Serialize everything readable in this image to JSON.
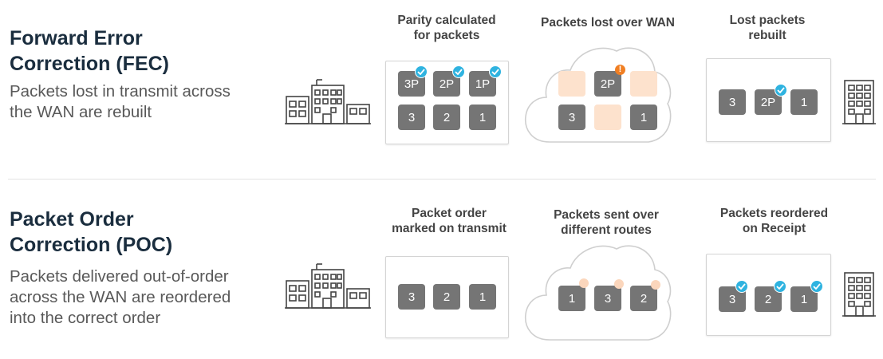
{
  "fec": {
    "title": "Forward Error\nCorrection (FEC)",
    "description": "Packets lost in transmit across\nthe WAN are rebuilt",
    "stage1": {
      "caption": "Parity calculated\nfor packets",
      "parity_packets": [
        "3P",
        "2P",
        "1P"
      ],
      "packets": [
        "3",
        "2",
        "1"
      ]
    },
    "stage2": {
      "caption": "Packets lost over WAN",
      "parity_packet": "2P",
      "packets": [
        "3",
        "1"
      ]
    },
    "stage3": {
      "caption": "Lost packets\nrebuilt",
      "packets": [
        "3",
        "2P",
        "1"
      ]
    }
  },
  "poc": {
    "title": "Packet Order\nCorrection (POC)",
    "description": "Packets delivered out-of-order\nacross the WAN are reordered\ninto the correct order",
    "stage1": {
      "caption": "Packet order\nmarked on transmit",
      "packets": [
        "3",
        "2",
        "1"
      ]
    },
    "stage2": {
      "caption": "Packets sent over\ndifferent routes",
      "packets": [
        "1",
        "3",
        "2"
      ]
    },
    "stage3": {
      "caption": "Packets reordered\non Receipt",
      "packets": [
        "3",
        "2",
        "1"
      ]
    }
  },
  "icons": {
    "campus": "office-buildings-icon",
    "tower": "office-tower-icon",
    "cloud": "cloud-icon",
    "check": "check-badge-icon",
    "alert": "alert-badge-icon"
  },
  "colors": {
    "packet": "#757575",
    "lost_packet": "#fde2cd",
    "check": "#2fb3e0",
    "alert": "#f07f23",
    "title": "#1a2d3e"
  }
}
